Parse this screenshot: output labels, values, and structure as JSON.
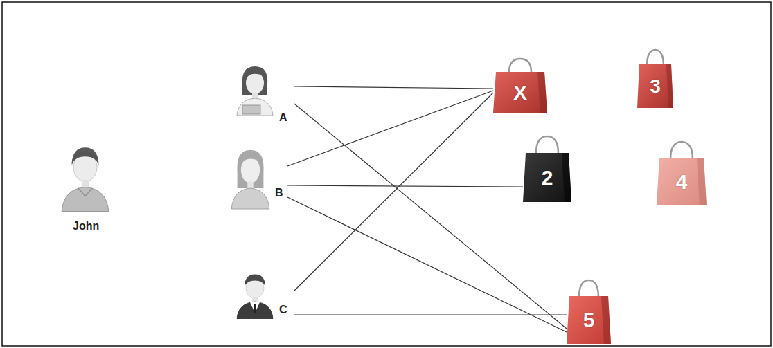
{
  "diagram": {
    "nodes": [
      {
        "text": [
          "John"
        ]
      },
      {
        "text": [
          "A"
        ]
      },
      {
        "text": [
          "B"
        ]
      },
      {
        "text": [
          "C"
        ]
      },
      {
        "text": [
          "X"
        ]
      },
      {
        "text": [
          "3"
        ]
      },
      {
        "text": [
          "2"
        ]
      },
      {
        "text": [
          "4"
        ]
      },
      {
        "text": [
          "5"
        ]
      }
    ],
    "edges": [
      {
        "from": 1,
        "to": 4,
        "arrow": "none"
      },
      {
        "from": 1,
        "to": 8,
        "arrow": "none"
      },
      {
        "from": 2,
        "to": 4,
        "arrow": "none"
      },
      {
        "from": 2,
        "to": 6,
        "arrow": "none"
      },
      {
        "from": 2,
        "to": 8,
        "arrow": "none"
      },
      {
        "from": 3,
        "to": 4,
        "arrow": "none"
      },
      {
        "from": 3,
        "to": 8,
        "arrow": "none"
      }
    ]
  }
}
